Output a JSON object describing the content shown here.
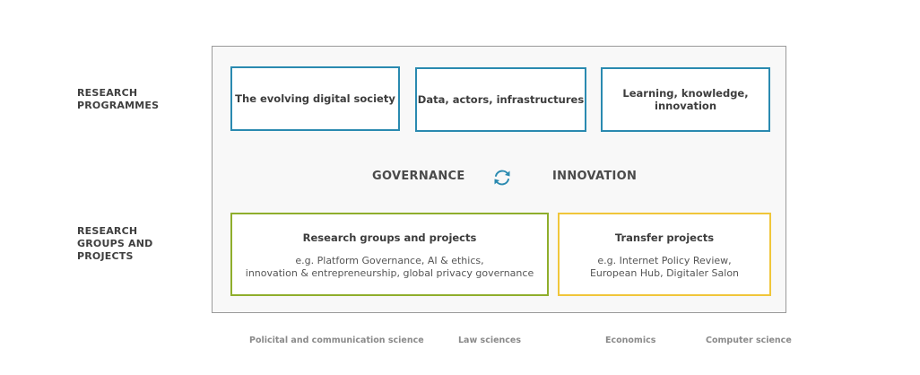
{
  "labels": {
    "programmes": "RESEARCH\nPROGRAMMES",
    "groups": "RESEARCH\nGROUPS AND\nPROJECTS"
  },
  "programmes": [
    {
      "label": "The evolving digital society"
    },
    {
      "label": "Data, actors, infrastructures"
    },
    {
      "label": "Learning, knowledge, innovation"
    }
  ],
  "center": {
    "left": "GOVERNANCE",
    "right": "INNOVATION",
    "icon": "cycle-arrows-icon"
  },
  "groups": {
    "research": {
      "title": "Research groups and projects",
      "line1": "e.g. Platform Governance, AI & ethics,",
      "line2": "innovation & entrepreneurship, global privacy governance"
    },
    "transfer": {
      "title": "Transfer projects",
      "line1": "e.g. Internet Policy Review,",
      "line2": "European Hub, Digitaler Salon"
    }
  },
  "disciplines": [
    "Policital and communication science",
    "Law sciences",
    "Economics",
    "Computer science"
  ],
  "colors": {
    "programme_border": "#2a8ab0",
    "research_border": "#8fae2c",
    "transfer_border": "#f0c63a",
    "icon": "#2a8ab0"
  }
}
